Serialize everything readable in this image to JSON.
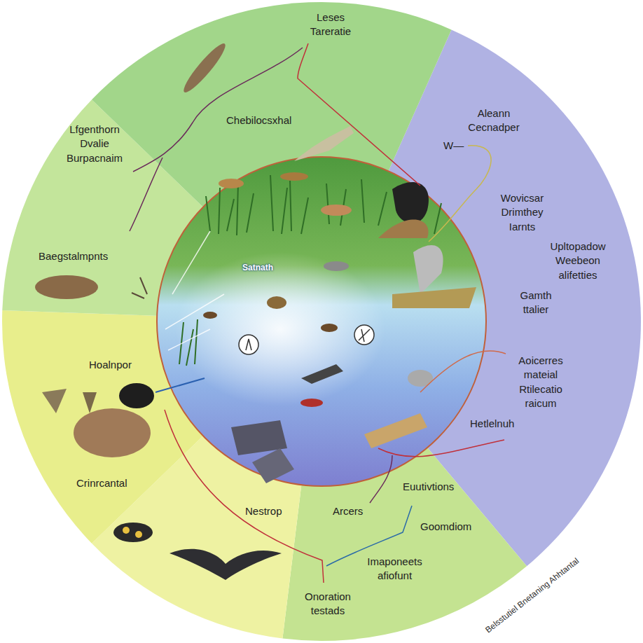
{
  "diagram": {
    "labels": [
      "Leses Tareratie",
      "Chebilocsxhal",
      "Lfgenthorn Dvalie Burpacnaim",
      "Baegstalmpnts",
      "Hoalnpor",
      "Crinrcantal",
      "Nestrop",
      "Arcers",
      "Onoration testads",
      "Imaponeets afiofunt",
      "Goomdiom",
      "Euutivtions",
      "Hetlelnuh",
      "Aoicerres mateial Rtilecatio raicum",
      "Gamth ttalier",
      "Upltopadow Weebeon alifetties",
      "Wovicsar Drimthey Iarnts",
      "Aleann Cecnadper",
      "W—",
      "Satnath",
      "Belsstutiel Bnetaning Ahhtantal"
    ]
  }
}
